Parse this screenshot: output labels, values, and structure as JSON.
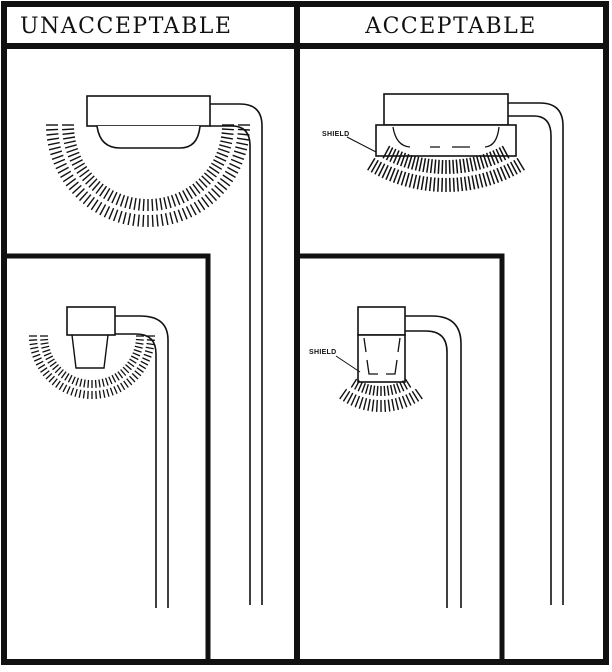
{
  "headers": {
    "left": "UNACCEPTABLE",
    "right": "ACCEPTABLE"
  },
  "panels": {
    "unacceptable_large": {
      "description": "Unshielded wide fixture on tall pole with light radiating in a wide semicircle",
      "shield_label": null
    },
    "unacceptable_small": {
      "description": "Unshielded small fixture with exposed lamp and light radiating in a semicircle",
      "shield_label": null
    },
    "acceptable_large": {
      "description": "Shielded wide fixture on tall pole directing light downward only",
      "shield_label": "SHIELD"
    },
    "acceptable_small": {
      "description": "Shielded small fixture with light directed downward only",
      "shield_label": "SHIELD"
    }
  },
  "colors": {
    "ink": "#111111",
    "paper": "#ffffff"
  }
}
